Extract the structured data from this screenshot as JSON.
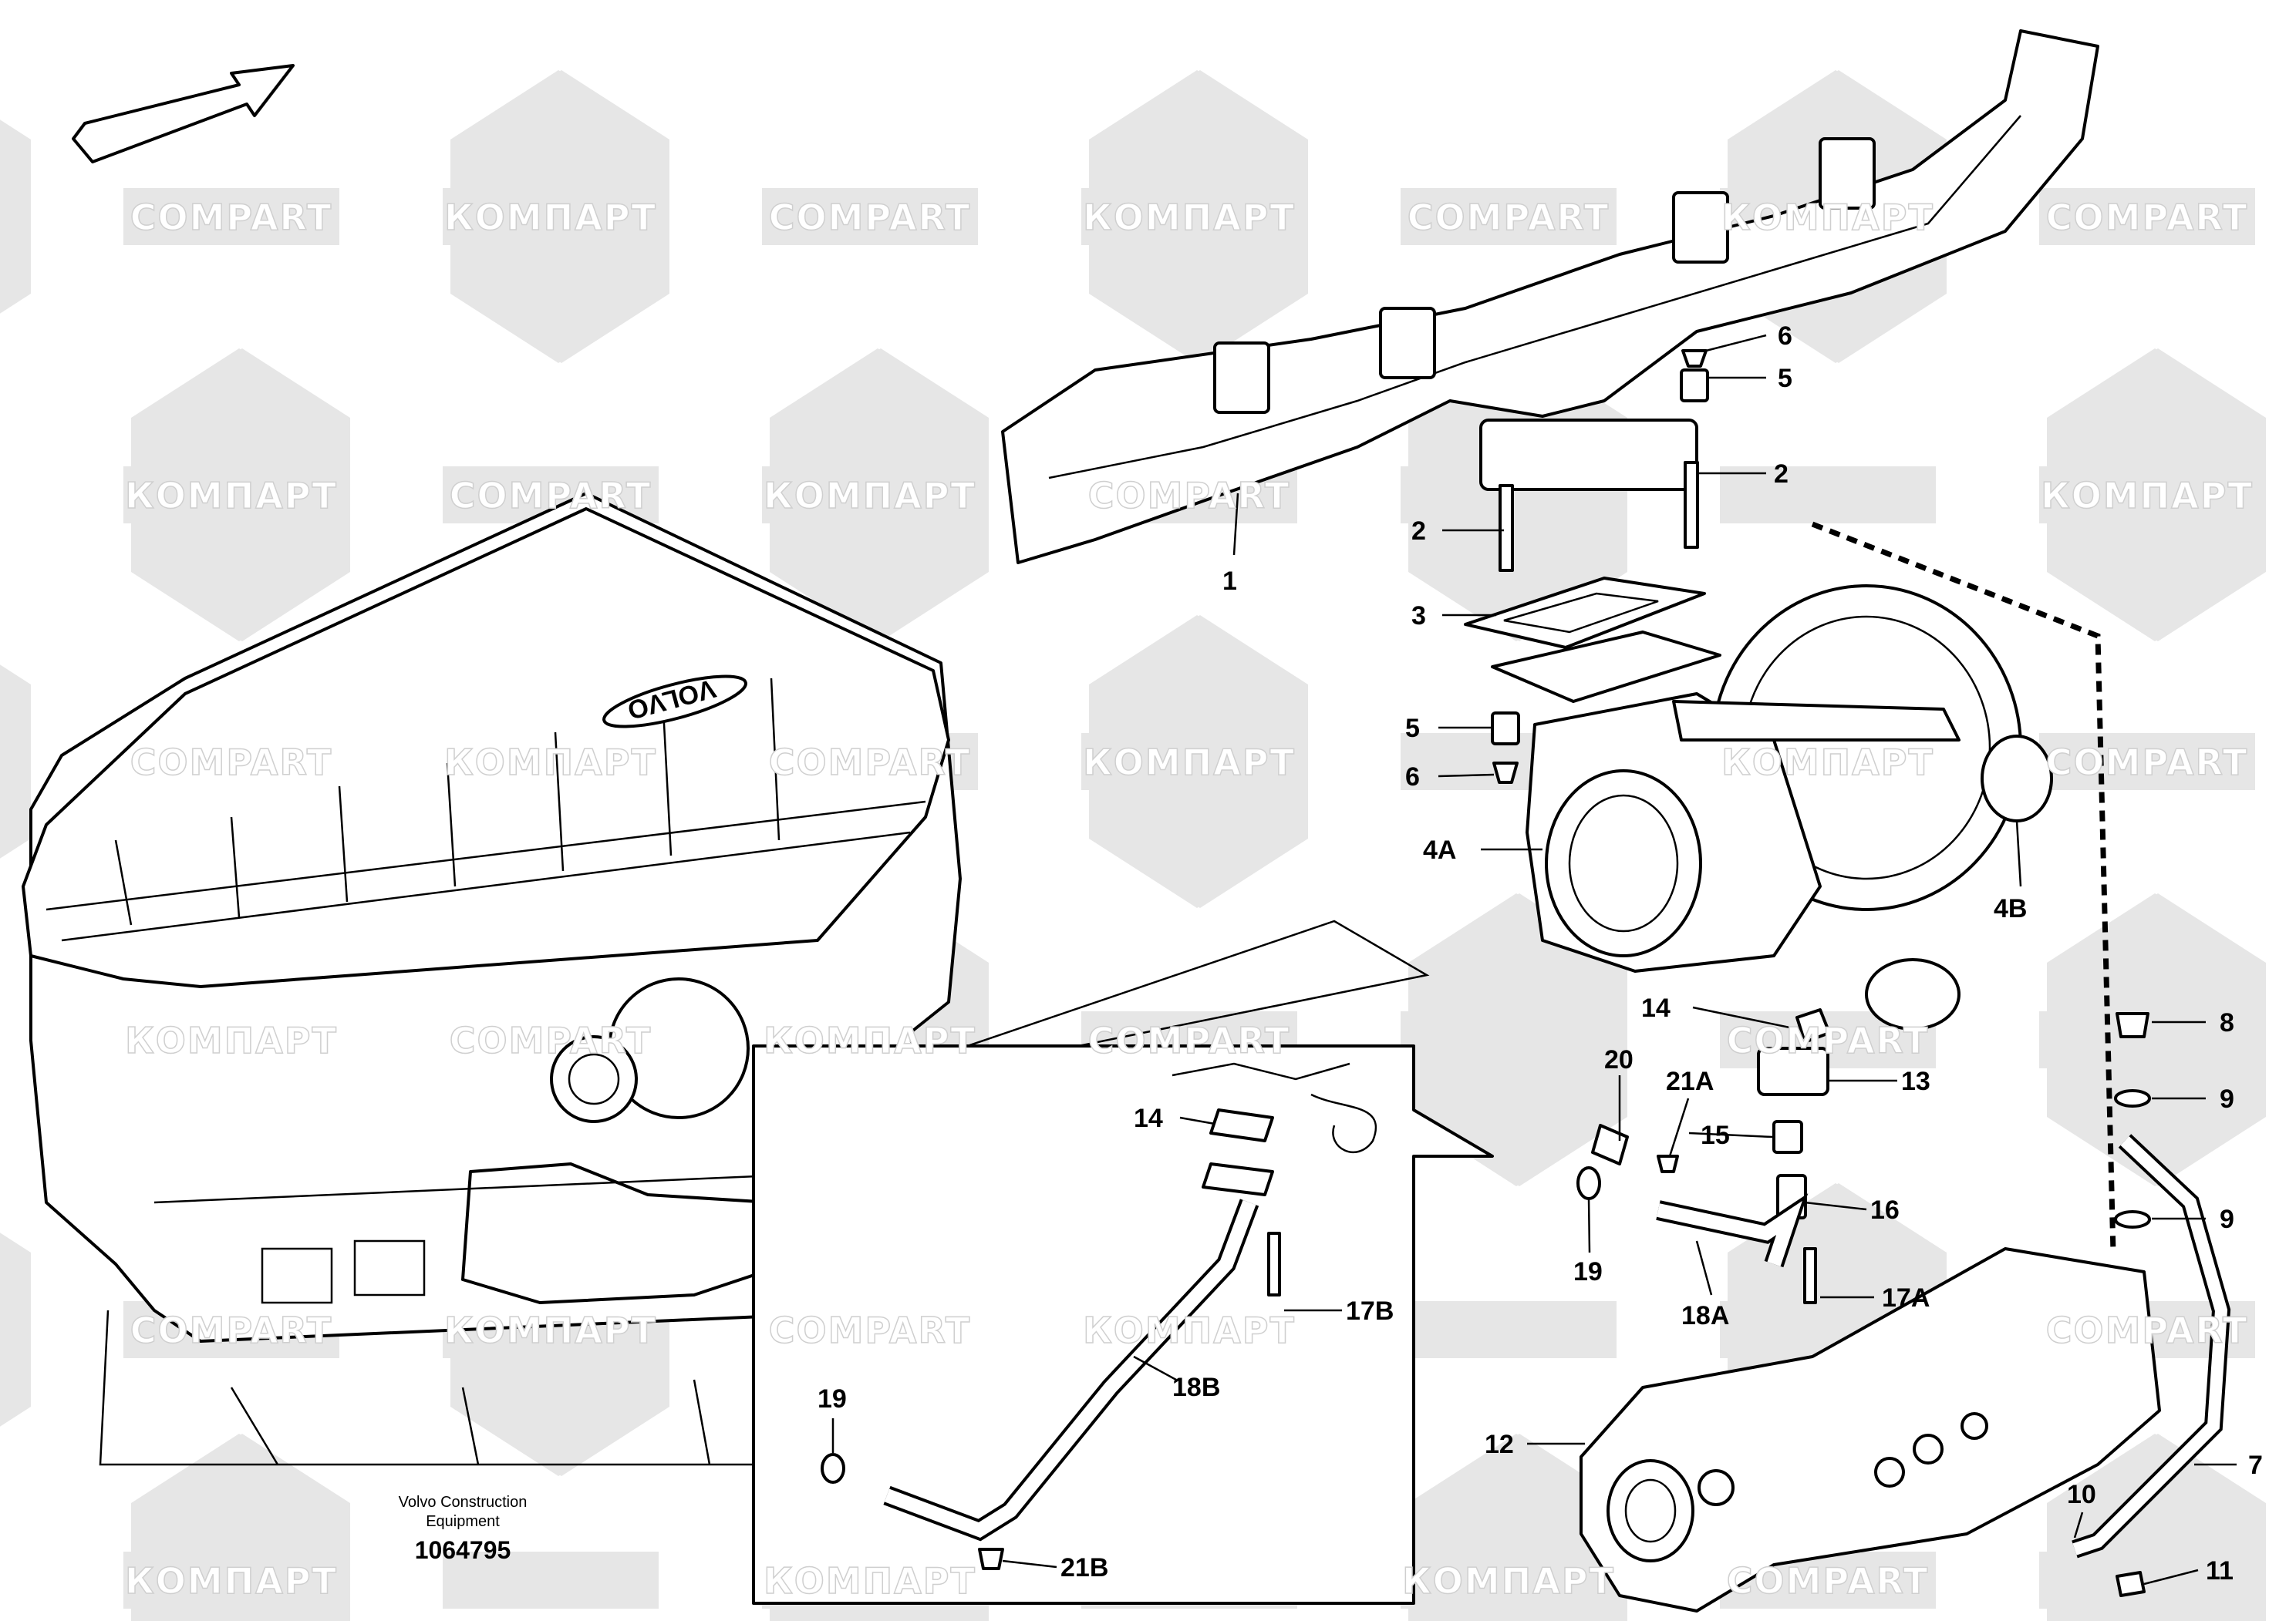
{
  "watermark": {
    "latin": "COMPART",
    "cyrillic": "КОМПАРТ",
    "color": "#e6e6e6"
  },
  "caption": {
    "line1": "Volvo Construction",
    "line2": "Equipment",
    "number": "1064795"
  },
  "callouts": {
    "p1": "1",
    "p2a": "2",
    "p2b": "2",
    "p3": "3",
    "p5a": "5",
    "p5b": "5",
    "p6a": "6",
    "p6b": "6",
    "p4a": "4A",
    "p4b": "4B",
    "p8": "8",
    "p9a": "9",
    "p9b": "9",
    "p14": "14",
    "p13": "13",
    "p20": "20",
    "p21a": "21A",
    "p15": "15",
    "p16": "16",
    "p19": "19",
    "p18a": "18A",
    "p17a": "17A",
    "p12": "12",
    "p7": "7",
    "p10": "10",
    "p11": "11"
  },
  "inset": {
    "p14": "14",
    "p17b": "17B",
    "p18b": "18B",
    "p19": "19",
    "p21b": "21B"
  },
  "engine_badge": "VOLVO"
}
